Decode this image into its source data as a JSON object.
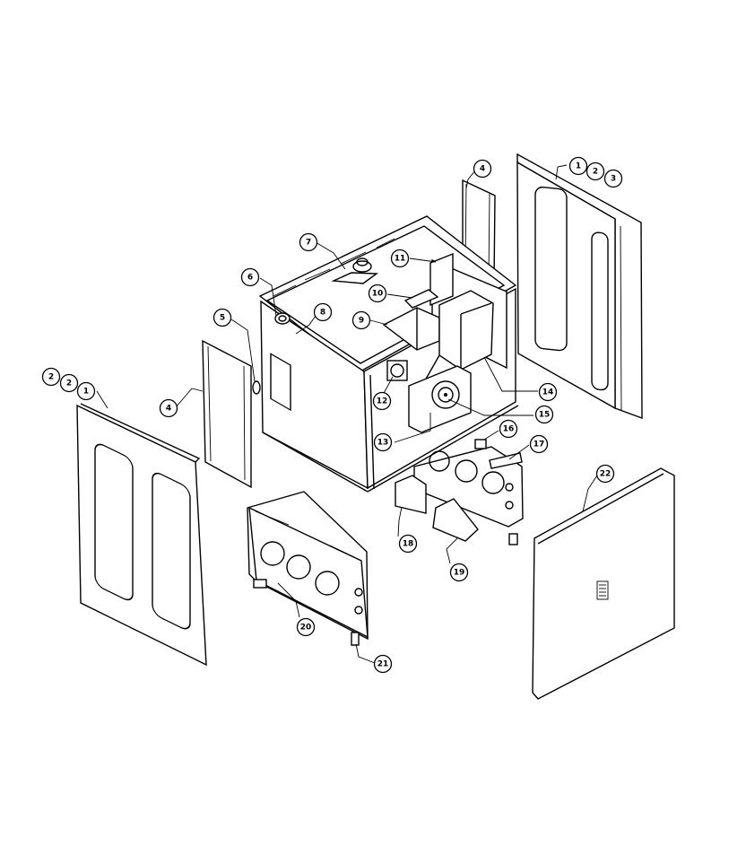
{
  "callouts": [
    {
      "id": "c1a",
      "label": "1",
      "part": "side-panel-right"
    },
    {
      "id": "c2a",
      "label": "2",
      "part": "side-panel-right"
    },
    {
      "id": "c3a",
      "label": "3",
      "part": "side-panel-right"
    },
    {
      "id": "c4a",
      "label": "4",
      "part": "insulation-right"
    },
    {
      "id": "c7",
      "label": "7",
      "part": "thermostat-sensor"
    },
    {
      "id": "c6",
      "label": "6",
      "part": "oven-light"
    },
    {
      "id": "c8",
      "label": "8",
      "part": "oven-cavity-top"
    },
    {
      "id": "c5",
      "label": "5",
      "part": "door-switch"
    },
    {
      "id": "c11",
      "label": "11",
      "part": "bracket"
    },
    {
      "id": "c10",
      "label": "10",
      "part": "bracket"
    },
    {
      "id": "c9",
      "label": "9",
      "part": "bracket"
    },
    {
      "id": "c12",
      "label": "12",
      "part": "receptacle"
    },
    {
      "id": "c14",
      "label": "14",
      "part": "blower-housing"
    },
    {
      "id": "c15",
      "label": "15",
      "part": "blower-motor"
    },
    {
      "id": "c13",
      "label": "13",
      "part": "motor-bracket"
    },
    {
      "id": "c16",
      "label": "16",
      "part": "terminal"
    },
    {
      "id": "c17",
      "label": "17",
      "part": "terminal-block"
    },
    {
      "id": "c2b",
      "label": "2",
      "part": "side-panel-left"
    },
    {
      "id": "c3b",
      "label": "2",
      "part": "side-panel-left"
    },
    {
      "id": "c1b",
      "label": "1",
      "part": "side-panel-left"
    },
    {
      "id": "c4b",
      "label": "4",
      "part": "insulation-left"
    },
    {
      "id": "c18",
      "label": "18",
      "part": "bracket"
    },
    {
      "id": "c19",
      "label": "19",
      "part": "bracket"
    },
    {
      "id": "c20",
      "label": "20",
      "part": "toe-kick-base"
    },
    {
      "id": "c21",
      "label": "21",
      "part": "leveling-leg"
    },
    {
      "id": "c22",
      "label": "22",
      "part": "back-panel"
    }
  ]
}
